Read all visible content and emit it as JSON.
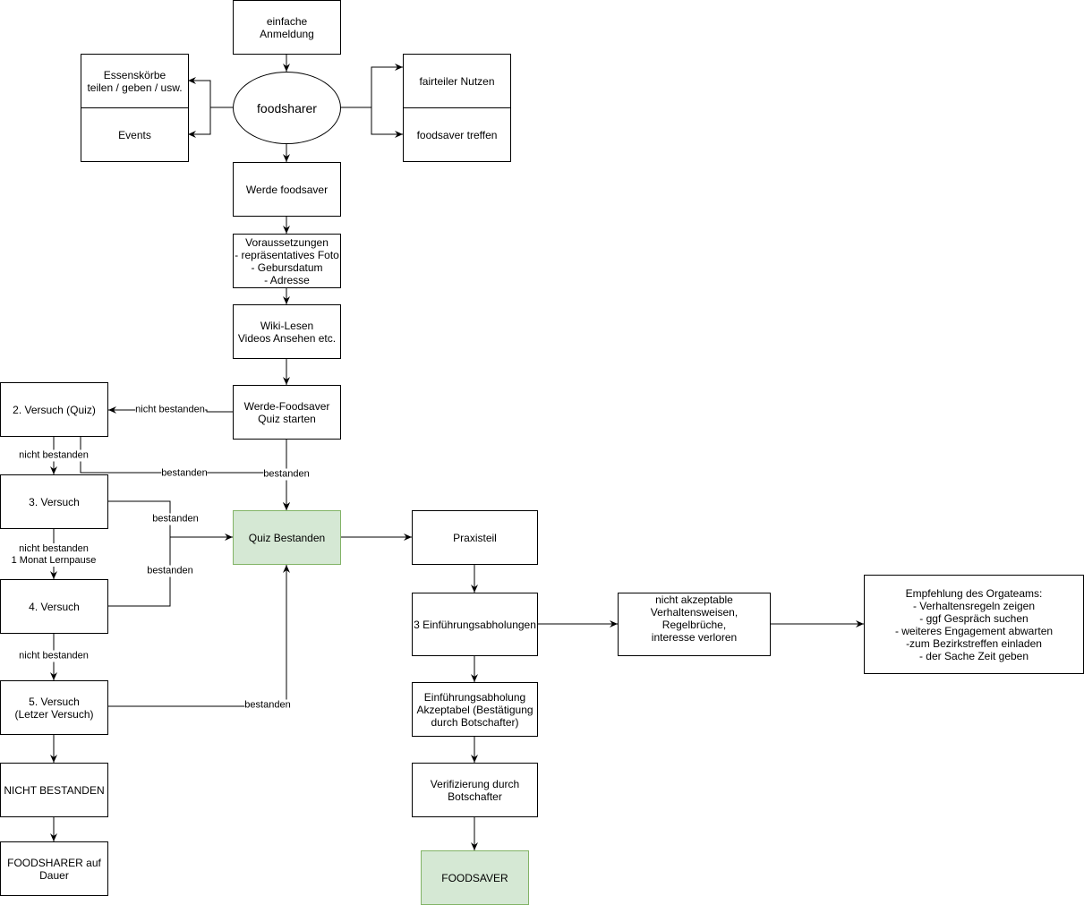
{
  "nodes": {
    "anmeldung": "einfache\nAnmeldung",
    "foodsharer": "foodsharer",
    "essenskoerbe": "Essenskörbe\nteilen / geben / usw.",
    "events": "Events",
    "fairteiler": "fairteiler Nutzen",
    "foodsaver_treffen": "foodsaver treffen",
    "werde_foodsaver": "Werde foodsaver",
    "voraussetzungen": "Voraussetzungen\n- repräsentatives Foto\n- Gebursdatum\n- Adresse",
    "wiki": "Wiki-Lesen\nVideos Ansehen etc.",
    "quiz_starten": "Werde-Foodsaver\nQuiz starten",
    "versuch2": "2. Versuch (Quiz)",
    "versuch3": "3. Versuch",
    "versuch4": "4. Versuch",
    "versuch5": "5. Versuch\n(Letzer Versuch)",
    "nicht_bestanden": "NICHT BESTANDEN",
    "foodsharer_dauer": "FOODSHARER auf\nDauer",
    "quiz_bestanden": "Quiz Bestanden",
    "praxisteil": "Praxisteil",
    "einfuehrungen": "3 Einführungsabholungen",
    "akzeptabel": "Einführungsabholung\nAkzeptabel (Bestätigung\ndurch Botschafter)",
    "verifizierung": "Verifizierung durch\nBotschafter",
    "foodsaver": "FOODSAVER",
    "nicht_akzeptabel": "nicht akzeptable\nVerhaltensweisen,\nRegelbrüche,\ninteresse verloren",
    "empfehlung": "Empfehlung des Orgateams:\n- Verhaltensregeln zeigen\n- ggf Gespräch suchen\n- weiteres Engagement abwarten\n-zum Bezirkstreffen einladen\n- der Sache Zeit geben"
  },
  "edge_labels": {
    "quiz_nicht_bestanden": "nicht bestanden",
    "v2_nicht_bestanden": "nicht bestanden",
    "v2_bestanden": "bestanden",
    "quiz_bestanden": "bestanden",
    "v3_bestanden": "bestanden",
    "v4_bestanden": "bestanden",
    "v3_nicht_bestanden": "nicht bestanden\n1 Monat Lernpause",
    "v4_nicht_bestanden": "nicht bestanden",
    "v5_bestanden": "bestanden"
  },
  "colors": {
    "pass_fill": "#d5e8d4",
    "pass_border": "#82b366"
  }
}
